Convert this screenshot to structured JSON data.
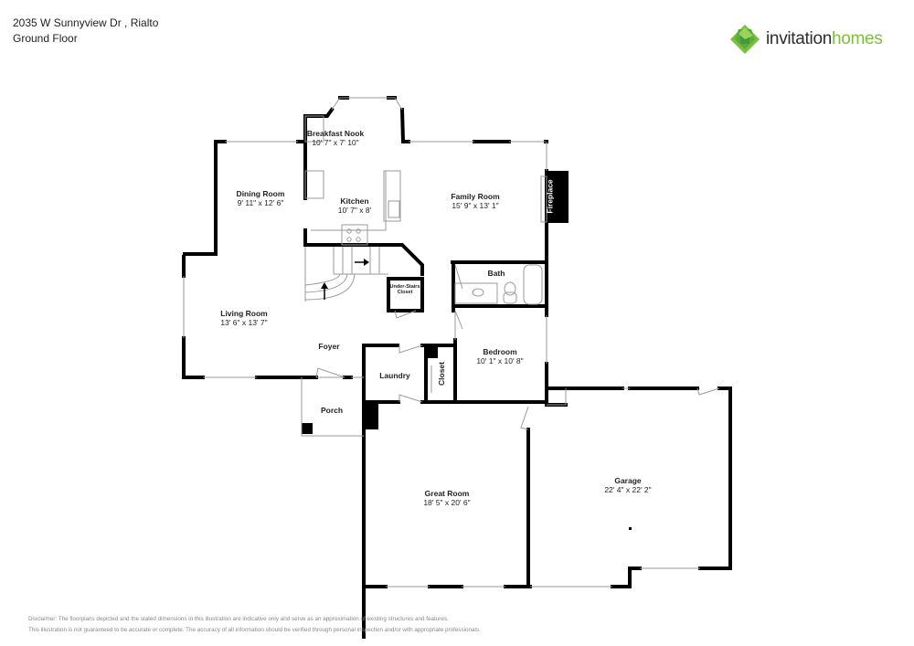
{
  "header": {
    "address": "2035 W Sunnyview Dr , Rialto",
    "floor": "Ground Floor"
  },
  "brand": {
    "name_part1": "invitation",
    "name_part2": "homes",
    "colors": {
      "dark": "#2b2b2b",
      "green": "#7cbf3f",
      "green_dark": "#3f9a3a"
    }
  },
  "rooms": {
    "breakfast_nook": {
      "name": "Breakfast Nook",
      "dims": "10' 7\" x 7' 10\""
    },
    "dining_room": {
      "name": "Dining Room",
      "dims": "9' 11\" x 12' 6\""
    },
    "kitchen": {
      "name": "Kitchen",
      "dims": "10' 7\" x 8'"
    },
    "family_room": {
      "name": "Family Room",
      "dims": "15' 9\" x 13' 1\""
    },
    "fireplace": {
      "name": "Fireplace"
    },
    "bath": {
      "name": "Bath"
    },
    "under_stairs_closet": {
      "name_line1": "Under-Stairs",
      "name_line2": "Closet"
    },
    "living_room": {
      "name": "Living Room",
      "dims": "13' 6\" x 13' 7\""
    },
    "foyer": {
      "name": "Foyer"
    },
    "bedroom": {
      "name": "Bedroom",
      "dims": "10' 1\" x 10' 8\""
    },
    "laundry": {
      "name": "Laundry"
    },
    "closet": {
      "name": "Closet"
    },
    "porch": {
      "name": "Porch"
    },
    "great_room": {
      "name": "Great Room",
      "dims": "18' 5\" x 20' 6\""
    },
    "garage": {
      "name": "Garage",
      "dims": "22' 4\" x 22' 2\""
    }
  },
  "disclaimer": {
    "line1": "Disclaimer: The floorplans depicted and the stated dimensions in this illustration are indicative only and serve as an approximation of existing structures and features.",
    "line2": "This illustration is not guaranteed to be accurate or complete. The accuracy of all information should be verified through personal inspection and/or with appropriate professionals."
  }
}
